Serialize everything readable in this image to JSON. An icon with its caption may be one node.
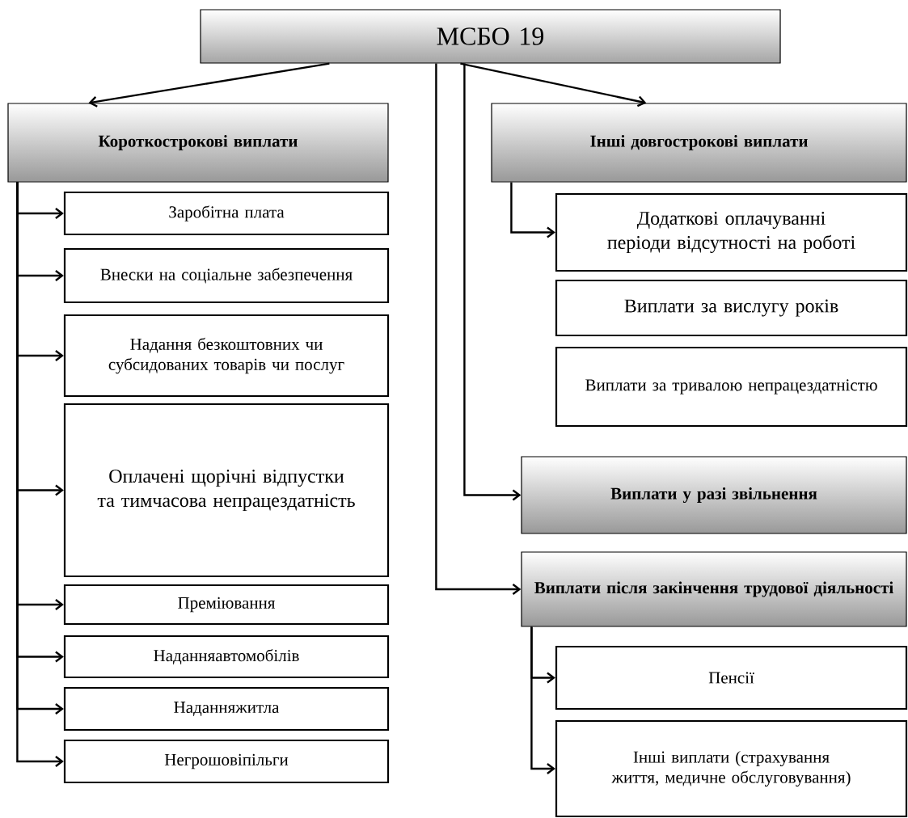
{
  "diagram": {
    "nodes": [
      {
        "text": [
          "МСБО 19"
        ]
      },
      {
        "text": [
          "Короткострокові виплати"
        ]
      },
      {
        "text": [
          "Заробітна плата"
        ]
      },
      {
        "text": [
          "Внески на соціальне забезпечення"
        ]
      },
      {
        "text": [
          "Надання безкоштовних чи субсидованих товарів чи послуг"
        ]
      },
      {
        "text": [
          "Оплачені щорічні відпустки та тимчасова непрацездатність"
        ]
      },
      {
        "text": [
          "Преміювання"
        ]
      },
      {
        "text": [
          "Наданняавтомобілів"
        ]
      },
      {
        "text": [
          "Наданняжитла"
        ]
      },
      {
        "text": [
          "Негрошовіпільги"
        ]
      },
      {
        "text": [
          "Інші довгострокові виплати"
        ]
      },
      {
        "text": [
          "Додаткові оплачуванні періоди відсутності на роботі"
        ]
      },
      {
        "text": [
          "Виплати за вислугу років"
        ]
      },
      {
        "text": [
          "Виплати за тривалою непрацездатністю"
        ]
      },
      {
        "text": [
          "Виплати у разі звільнення"
        ]
      },
      {
        "text": [
          "Виплати після закінчення трудової діяльності"
        ]
      },
      {
        "text": [
          "Пенсії"
        ]
      },
      {
        "text": [
          "Інші виплати (страхування життя, медичне обслуговування)"
        ]
      }
    ],
    "edges": [
      {
        "from": 0,
        "to": 1,
        "arrow": "to"
      },
      {
        "from": 0,
        "to": 10,
        "arrow": "to"
      },
      {
        "from": 0,
        "to": 14,
        "arrow": "to"
      },
      {
        "from": 0,
        "to": 15,
        "arrow": "to"
      },
      {
        "from": 1,
        "to": 2,
        "arrow": "to"
      },
      {
        "from": 1,
        "to": 3,
        "arrow": "to"
      },
      {
        "from": 1,
        "to": 4,
        "arrow": "to"
      },
      {
        "from": 1,
        "to": 5,
        "arrow": "to"
      },
      {
        "from": 1,
        "to": 6,
        "arrow": "to"
      },
      {
        "from": 1,
        "to": 7,
        "arrow": "to"
      },
      {
        "from": 1,
        "to": 8,
        "arrow": "to"
      },
      {
        "from": 1,
        "to": 9,
        "arrow": "to"
      },
      {
        "from": 10,
        "to": 11,
        "arrow": "to"
      },
      {
        "from": 15,
        "to": 16,
        "arrow": "to"
      },
      {
        "from": 15,
        "to": 17,
        "arrow": "to"
      }
    ]
  }
}
